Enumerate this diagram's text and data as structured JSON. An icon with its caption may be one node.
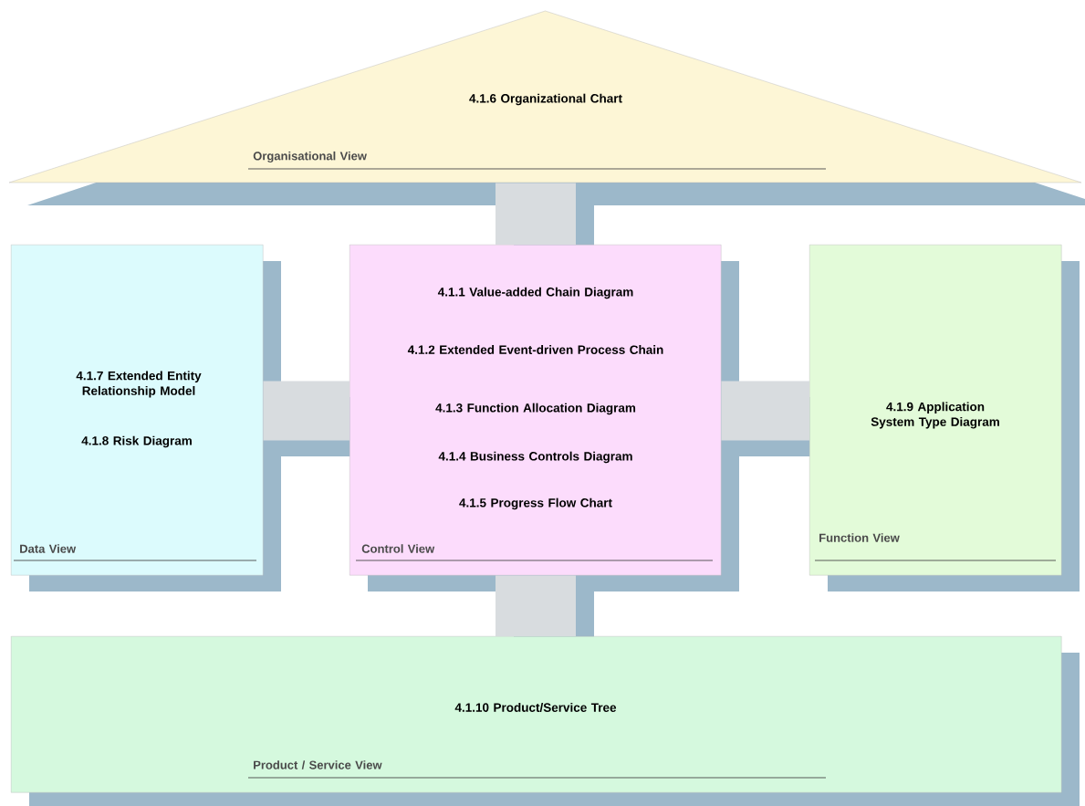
{
  "diagram": {
    "nodes": [
      {
        "text": [
          "4.1.6 Organizational Chart",
          "Organisational View"
        ]
      },
      {
        "text": [
          "4.1.7 Extended Entity Relationship Model",
          "4.1.8 Risk Diagram",
          "Data View"
        ]
      },
      {
        "text": [
          "4.1.1 Value-added Chain Diagram",
          "4.1.2 Extended Event-driven Process Chain",
          "4.1.3 Function Allocation Diagram",
          "4.1.4 Business Controls Diagram",
          "4.1.5 Progress Flow Chart",
          "Control View"
        ]
      },
      {
        "text": [
          "4.1.9 Application System Type Diagram",
          "Function View"
        ]
      },
      {
        "text": [
          "4.1.10 Product/Service Tree",
          "Product / Service View"
        ]
      }
    ],
    "edges": [
      {
        "from": 2,
        "to": 0,
        "arrow": "none"
      },
      {
        "from": 1,
        "to": 2,
        "arrow": "none"
      },
      {
        "from": 2,
        "to": 3,
        "arrow": "none"
      },
      {
        "from": 2,
        "to": 4,
        "arrow": "none"
      }
    ]
  }
}
